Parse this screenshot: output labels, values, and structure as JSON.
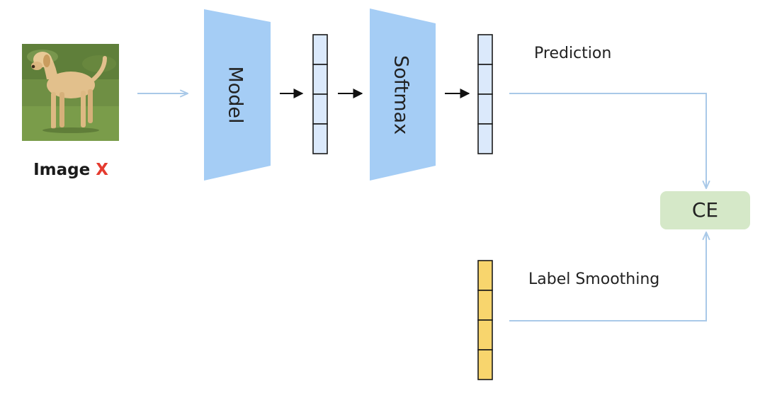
{
  "input": {
    "label_text": "Image",
    "label_var": "X",
    "var_color": "#e53b2f",
    "picture": "dog-photo"
  },
  "model": {
    "label": "Model",
    "color": "#a5cdf5"
  },
  "softmax": {
    "label": "Softmax",
    "color": "#a5cdf5"
  },
  "prediction": {
    "label": "Prediction",
    "cells": 4,
    "color": "#dbe9fb"
  },
  "logits": {
    "cells": 4,
    "color": "#dbe9fb"
  },
  "label_smoothing": {
    "label": "Label Smoothing",
    "cells": 4,
    "color": "#f8d56d"
  },
  "loss": {
    "label": "CE",
    "color": "#d5e8c8"
  },
  "colors": {
    "connector": "#a9c9e8",
    "arrow": "#111111"
  }
}
